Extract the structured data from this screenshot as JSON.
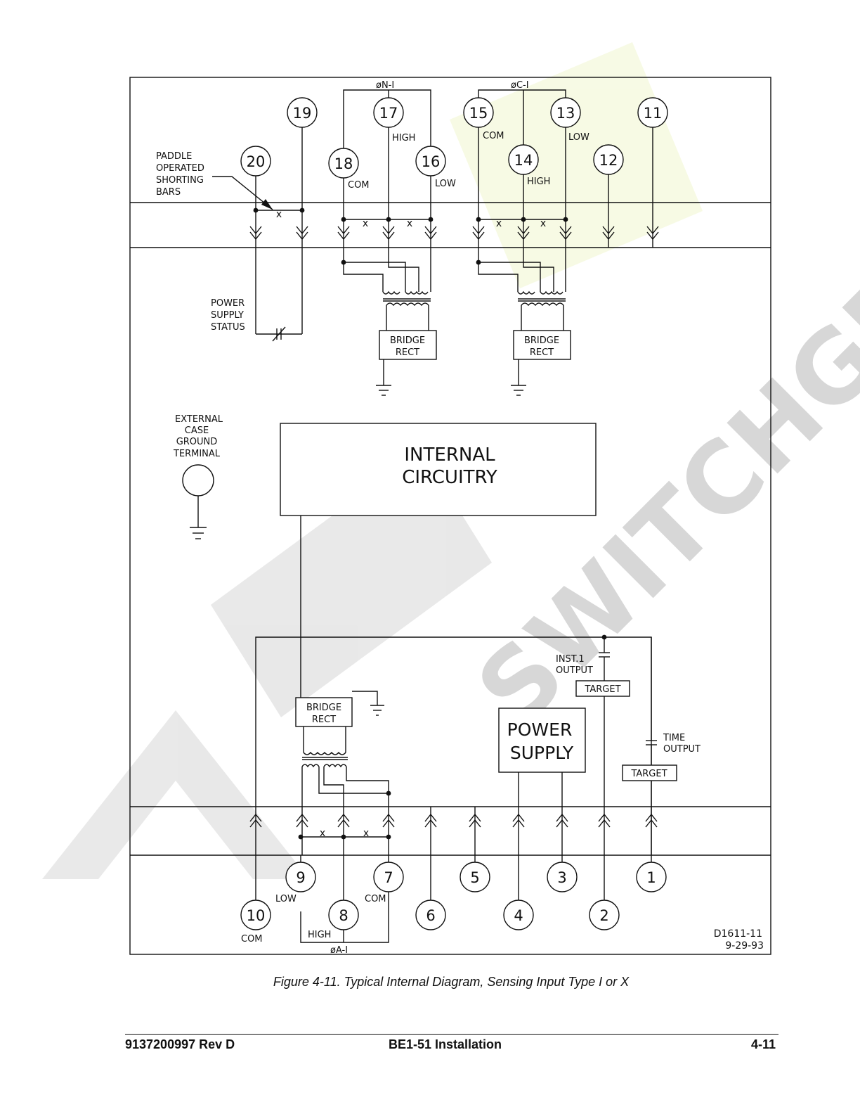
{
  "figure": {
    "caption": "Figure 4-11. Typical Internal Diagram, Sensing Input Type I or X",
    "watermark": "NAV SWITCHGEAR TM",
    "drawing_number": "D1611-11",
    "drawing_date": "9-29-93"
  },
  "terminals": {
    "t1": "1",
    "t2": "2",
    "t3": "3",
    "t4": "4",
    "t5": "5",
    "t6": "6",
    "t7": "7",
    "t8": "8",
    "t9": "9",
    "t10": "10",
    "t11": "11",
    "t12": "12",
    "t13": "13",
    "t14": "14",
    "t15": "15",
    "t16": "16",
    "t17": "17",
    "t18": "18",
    "t19": "19",
    "t20": "20"
  },
  "labels": {
    "phase_n": "øN-I",
    "phase_c": "øC-I",
    "phase_a": "øA-I",
    "high": "HIGH",
    "low": "LOW",
    "com": "COM",
    "paddle": [
      "PADDLE",
      "OPERATED",
      "SHORTING",
      "BARS"
    ],
    "power_supply_status": [
      "POWER",
      "SUPPLY",
      "STATUS"
    ],
    "external_ground": [
      "EXTERNAL",
      "CASE",
      "GROUND",
      "TERMINAL"
    ],
    "bridge_rect": [
      "BRIDGE",
      "RECT"
    ],
    "internal_circuitry": [
      "INTERNAL",
      "CIRCUITRY"
    ],
    "power_supply": [
      "POWER",
      "SUPPLY"
    ],
    "inst_output": [
      "INST.1",
      "OUTPUT"
    ],
    "time_output": [
      "TIME",
      "OUTPUT"
    ],
    "target": "TARGET"
  },
  "footer": {
    "doc_number": "9137200997 Rev D",
    "title": "BE1-51 Installation",
    "page": "4-11"
  }
}
